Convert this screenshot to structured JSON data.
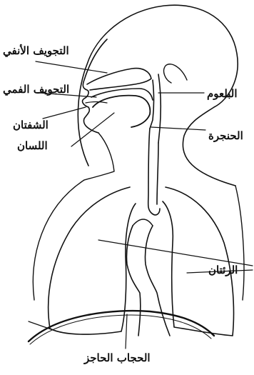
{
  "labels": {
    "nasal_cavity": "التجويف الأنفي",
    "oral_cavity": "التجويف الفمي",
    "lips": "الشفتان",
    "tongue": "اللسان",
    "pharynx": "البلعوم",
    "larynx": "الحنجرة",
    "lungs": "الرئتان",
    "diaphragm": "الحجاب الحاجز"
  },
  "colors": {
    "ink": "#111111",
    "background": "#ffffff"
  }
}
